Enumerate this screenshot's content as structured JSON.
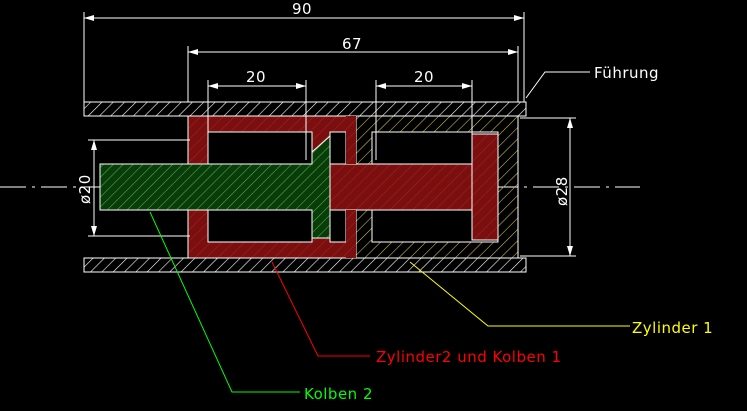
{
  "drawing": {
    "dimensions": {
      "overall_length": "90",
      "cylinder_length": "67",
      "slot_left": "20",
      "slot_right": "20",
      "inner_diameter": "ø20",
      "outer_diameter": "ø28"
    },
    "labels": {
      "guide": "Führung",
      "cylinder1": "Zylinder 1",
      "cylinder2_piston1": "Zylinder2 und Kolben 1",
      "piston2": "Kolben 2"
    },
    "colors": {
      "background": "#000000",
      "guide": "#ffffff",
      "cylinder1": "#ffff00",
      "cylinder2_piston1": "#ff0000",
      "piston2": "#00ff00",
      "centerline": "#ffffff"
    }
  }
}
